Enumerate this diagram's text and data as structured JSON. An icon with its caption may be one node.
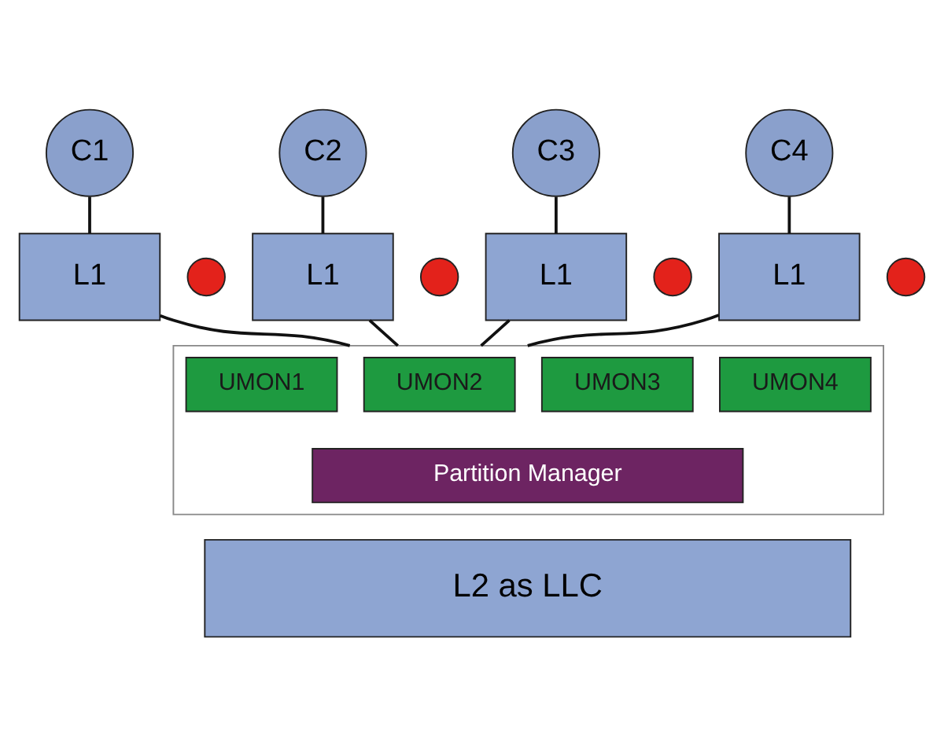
{
  "diagram": {
    "nodes": [
      {
        "text": [
          "C1"
        ]
      },
      {
        "text": [
          "C2"
        ]
      },
      {
        "text": [
          "C3"
        ]
      },
      {
        "text": [
          "C4"
        ]
      },
      {
        "text": [
          "L1"
        ]
      },
      {
        "text": [
          "L1"
        ]
      },
      {
        "text": [
          "L1"
        ]
      },
      {
        "text": [
          "L1"
        ]
      },
      {
        "text": [],
        "shape": "circle"
      },
      {
        "text": [],
        "shape": "circle"
      },
      {
        "text": [],
        "shape": "circle"
      },
      {
        "text": [],
        "shape": "circle"
      },
      {
        "text": [],
        "shape": "box"
      },
      {
        "text": [
          "UMON1"
        ],
        "in": 12
      },
      {
        "text": [
          "UMON2"
        ],
        "in": 12
      },
      {
        "text": [
          "UMON3"
        ],
        "in": 12
      },
      {
        "text": [
          "UMON4"
        ],
        "in": 12
      },
      {
        "text": [
          "Partition Manager"
        ],
        "in": 12
      },
      {
        "text": [
          "L2 as LLC"
        ]
      }
    ],
    "edges": [
      {
        "from": 0,
        "to": 4,
        "arrow": "none"
      },
      {
        "from": 1,
        "to": 5,
        "arrow": "none"
      },
      {
        "from": 2,
        "to": 6,
        "arrow": "none"
      },
      {
        "from": 3,
        "to": 7,
        "arrow": "none"
      },
      {
        "from": 4,
        "to": 12,
        "arrow": "none"
      },
      {
        "from": 5,
        "to": 12,
        "arrow": "none"
      },
      {
        "from": 6,
        "to": 12,
        "arrow": "none"
      },
      {
        "from": 7,
        "to": 12,
        "arrow": "none"
      }
    ]
  }
}
